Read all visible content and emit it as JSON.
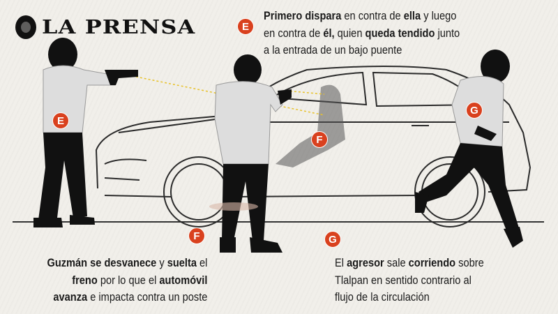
{
  "brand": {
    "logo_text": "LA PRENSA"
  },
  "badges": {
    "e": "E",
    "f": "F",
    "g": "G"
  },
  "colors": {
    "accent": "#d9411e",
    "background": "#f1efea",
    "laser": "#e8c22a"
  },
  "captions": {
    "e": [
      [
        {
          "t": "Primero dispara",
          "b": true
        },
        {
          "t": " en contra de "
        },
        {
          "t": "ella",
          "b": true
        },
        {
          "t": " y luego"
        }
      ],
      [
        {
          "t": "en contra de "
        },
        {
          "t": "él,",
          "b": true
        },
        {
          "t": " quien "
        },
        {
          "t": "queda tendido",
          "b": true
        },
        {
          "t": " junto"
        }
      ],
      [
        {
          "t": "a la entrada de un bajo puente"
        }
      ]
    ],
    "f": [
      [
        {
          "t": "Guzmán se desvanece",
          "b": true
        },
        {
          "t": " y "
        },
        {
          "t": "suelta",
          "b": true
        },
        {
          "t": " el"
        }
      ],
      [
        {
          "t": "freno",
          "b": true
        },
        {
          "t": " por lo que el "
        },
        {
          "t": "automóvil",
          "b": true
        }
      ],
      [
        {
          "t": "avanza",
          "b": true
        },
        {
          "t": " e impacta contra un poste"
        }
      ]
    ],
    "g": [
      [
        {
          "t": "El "
        },
        {
          "t": "agresor",
          "b": true
        },
        {
          "t": " sale "
        },
        {
          "t": "corriendo",
          "b": true
        },
        {
          "t": " sobre"
        }
      ],
      [
        {
          "t": "Tlalpan en sentido contrario al"
        }
      ],
      [
        {
          "t": "flujo de la circulación"
        }
      ]
    ]
  }
}
